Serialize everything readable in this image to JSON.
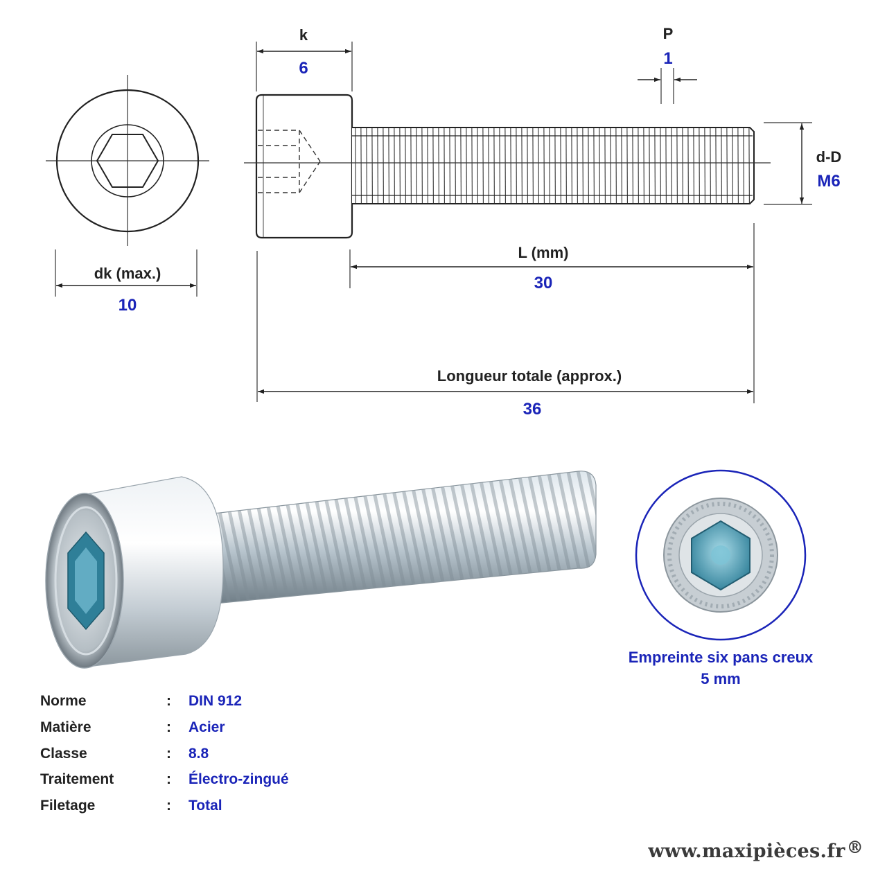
{
  "dimensions": {
    "k": {
      "label": "k",
      "value": "6"
    },
    "pitch": {
      "label": "P",
      "value": "1"
    },
    "diameter": {
      "label": "d-D",
      "value": "M6"
    },
    "head_diameter": {
      "label": "dk (max.)",
      "value": "10"
    },
    "length": {
      "label": "L (mm)",
      "value": "30"
    },
    "total_length": {
      "label": "Longueur totale (approx.)",
      "value": "36"
    }
  },
  "drive": {
    "title": "Empreinte six pans creux",
    "size": "5 mm"
  },
  "specs": [
    {
      "label": "Norme",
      "value": "DIN 912"
    },
    {
      "label": "Matière",
      "value": "Acier"
    },
    {
      "label": "Classe",
      "value": "8.8"
    },
    {
      "label": "Traitement",
      "value": "Électro-zingué"
    },
    {
      "label": "Filetage",
      "value": "Total"
    }
  ],
  "spec_separator": ":",
  "footer": {
    "site": "www.maxipièces.fr",
    "mark": "®"
  },
  "colors": {
    "value_blue": "#1a24b8",
    "label_dark": "#222222",
    "zinc": "#c9d4dc",
    "drive_teal": "#4f9bb3"
  }
}
